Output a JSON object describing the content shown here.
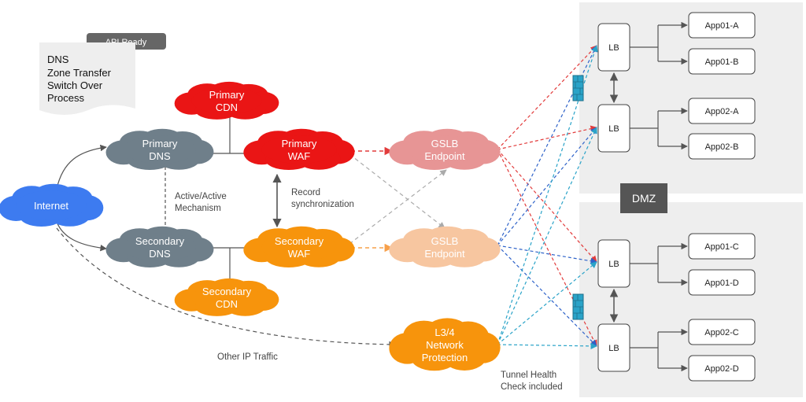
{
  "colors": {
    "internet": "#3d7bf0",
    "dns": "#6f7f8a",
    "primary": "#ea1515",
    "secondary": "#f7940c",
    "gslb_primary": "#e79595",
    "gslb_secondary": "#f7c6a0",
    "dmz_zone": "#eeeeee",
    "dmz_badge": "#555555",
    "edge": "#555555",
    "red_dash": "#e23b3b",
    "blue_dash": "#2e62c9",
    "teal_dash": "#2aa3c8",
    "grey_dash": "#aaaaaa",
    "orange_dash": "#f7a04a"
  },
  "badge": {
    "text": "API Ready"
  },
  "note": {
    "lines": [
      "DNS",
      "Zone Transfer",
      "Switch Over",
      "Process"
    ]
  },
  "nodes": {
    "internet": [
      "Internet"
    ],
    "primary_dns": [
      "Primary",
      "DNS"
    ],
    "secondary_dns": [
      "Secondary",
      "DNS"
    ],
    "primary_cdn": [
      "Primary",
      "CDN"
    ],
    "secondary_cdn": [
      "Secondary",
      "CDN"
    ],
    "primary_waf": [
      "Primary",
      "WAF"
    ],
    "secondary_waf": [
      "Secondary",
      "WAF"
    ],
    "gslb_primary": [
      "GSLB",
      "Endpoint"
    ],
    "gslb_secondary": [
      "GSLB",
      "Endpoint"
    ],
    "l34": [
      "L3/4",
      "Network",
      "Protection"
    ]
  },
  "labels": {
    "active_active": [
      "Active/Active",
      "Mechanism"
    ],
    "record_sync": [
      "Record",
      "synchronization"
    ],
    "other_ip": "Other IP Traffic",
    "tunnel": [
      "Tunnel Health",
      "Check included"
    ],
    "dmz": "DMZ"
  },
  "lb_label": "LB",
  "apps": {
    "top": [
      "App01-A",
      "App01-B",
      "App02-A",
      "App02-B"
    ],
    "bottom": [
      "App01-C",
      "App01-D",
      "App02-C",
      "App02-D"
    ]
  }
}
